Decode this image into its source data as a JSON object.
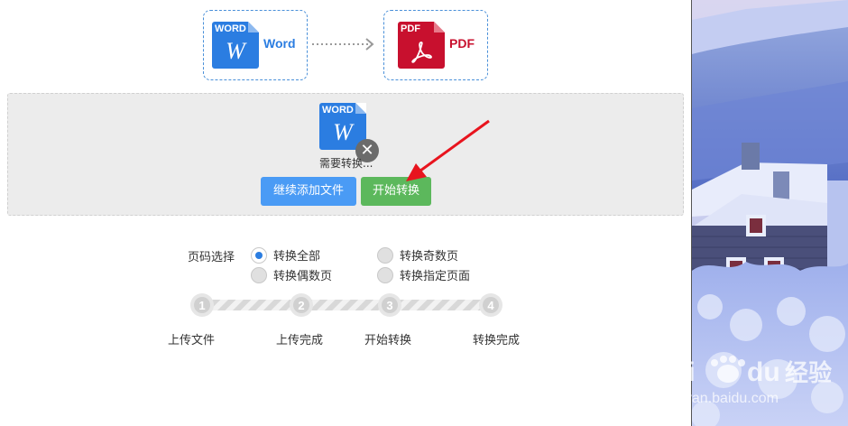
{
  "header": {
    "source": {
      "tag": "WORD",
      "glyph": "W",
      "label": "Word"
    },
    "target": {
      "tag": "PDF",
      "label": "PDF"
    }
  },
  "upload": {
    "file": {
      "tag": "WORD",
      "glyph": "W",
      "name": "需要转换..."
    },
    "remove_symbol": "✕",
    "add_button": "继续添加文件",
    "start_button": "开始转换"
  },
  "options": {
    "title": "页码选择",
    "choices": [
      {
        "label": "转换全部",
        "checked": true
      },
      {
        "label": "转换奇数页",
        "checked": false
      },
      {
        "label": "转换偶数页",
        "checked": false
      },
      {
        "label": "转换指定页面",
        "checked": false
      }
    ]
  },
  "steps": [
    {
      "num": "1",
      "label": "上传文件"
    },
    {
      "num": "2",
      "label": "上传完成"
    },
    {
      "num": "3",
      "label": "开始转换"
    },
    {
      "num": "4",
      "label": "转换完成"
    }
  ],
  "watermark": {
    "brand": "Bai",
    "brand_tail": "du",
    "cn": "经验",
    "url": "jingyan.baidu.com"
  },
  "colors": {
    "word_blue": "#2b7de1",
    "pdf_red": "#c8102e",
    "add_btn": "#4a9bf5",
    "start_btn": "#5cb85c",
    "annotation_red": "#e8141e"
  }
}
